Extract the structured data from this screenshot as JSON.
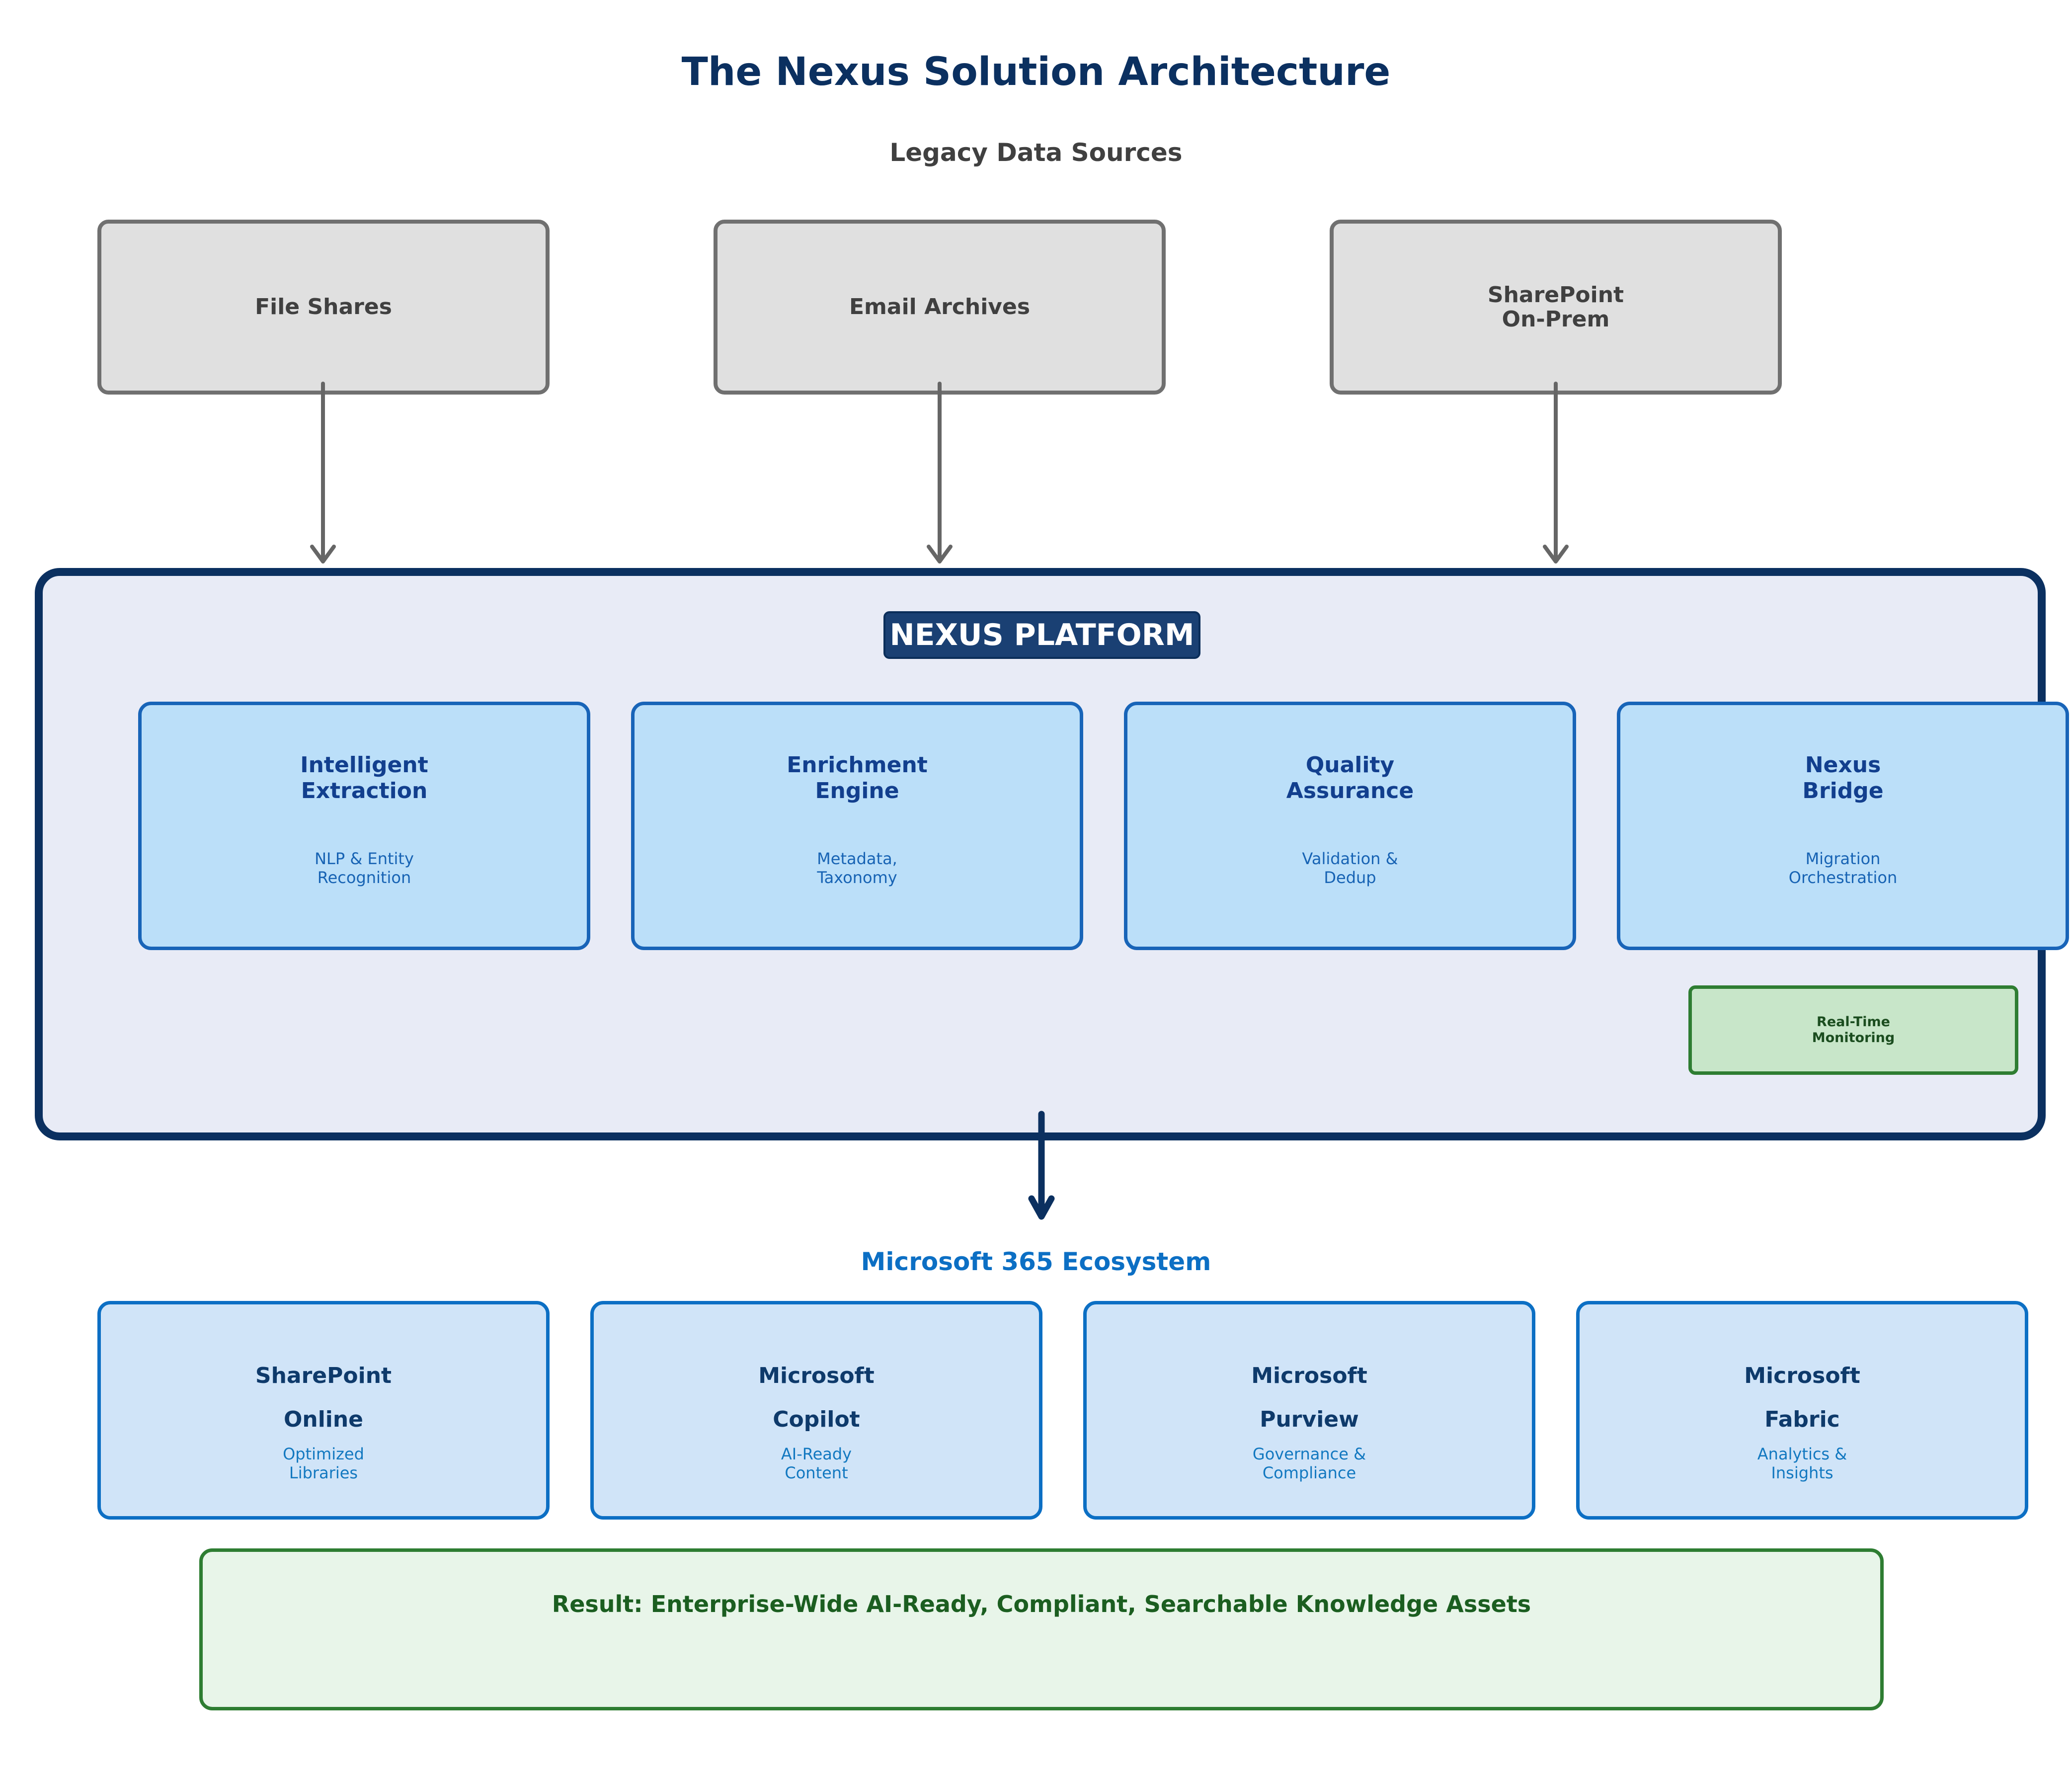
{
  "title": "The Nexus Solution Architecture",
  "legacy": {
    "header": "Legacy Data Sources",
    "sources": [
      {
        "lines": [
          "File Shares"
        ]
      },
      {
        "lines": [
          "Email Archives"
        ]
      },
      {
        "lines": [
          "SharePoint",
          "On-Prem"
        ]
      }
    ]
  },
  "platform": {
    "badge": "NEXUS PLATFORM",
    "modules": [
      {
        "title": [
          "Intelligent",
          "Extraction"
        ],
        "sub": [
          "NLP & Entity",
          "Recognition"
        ]
      },
      {
        "title": [
          "Enrichment",
          "Engine"
        ],
        "sub": [
          "Metadata,",
          "Taxonomy"
        ]
      },
      {
        "title": [
          "Quality",
          "Assurance"
        ],
        "sub": [
          "Validation &",
          "Dedup"
        ]
      },
      {
        "title": [
          "Nexus",
          "Bridge"
        ],
        "sub": [
          "Migration",
          "Orchestration"
        ]
      }
    ],
    "monitoring": [
      "Real-Time",
      "Monitoring"
    ]
  },
  "ecosystem": {
    "header": "Microsoft 365 Ecosystem",
    "targets": [
      {
        "line1": "SharePoint",
        "line2": "Online",
        "sub": [
          "Optimized",
          "Libraries"
        ]
      },
      {
        "line1": "Microsoft",
        "line2": "Copilot",
        "sub": [
          "AI-Ready",
          "Content"
        ]
      },
      {
        "line1": "Microsoft",
        "line2": "Purview",
        "sub": [
          "Governance &",
          "Compliance"
        ]
      },
      {
        "line1": "Microsoft",
        "line2": "Fabric",
        "sub": [
          "Analytics &",
          "Insights"
        ]
      }
    ]
  },
  "result": "Result: Enterprise-Wide AI-Ready, Compliant, Searchable Knowledge Assets",
  "colors": {
    "navy": "#0b3060",
    "legacy_fill": "#e0e0e0",
    "legacy_border": "#707070",
    "module_fill": "#bbdff9",
    "module_border": "#1864b8",
    "eco_fill": "#d0e4f8",
    "eco_border": "#0c6fc4",
    "green_border": "#2e7d32",
    "result_fill": "#e8f5e9"
  }
}
